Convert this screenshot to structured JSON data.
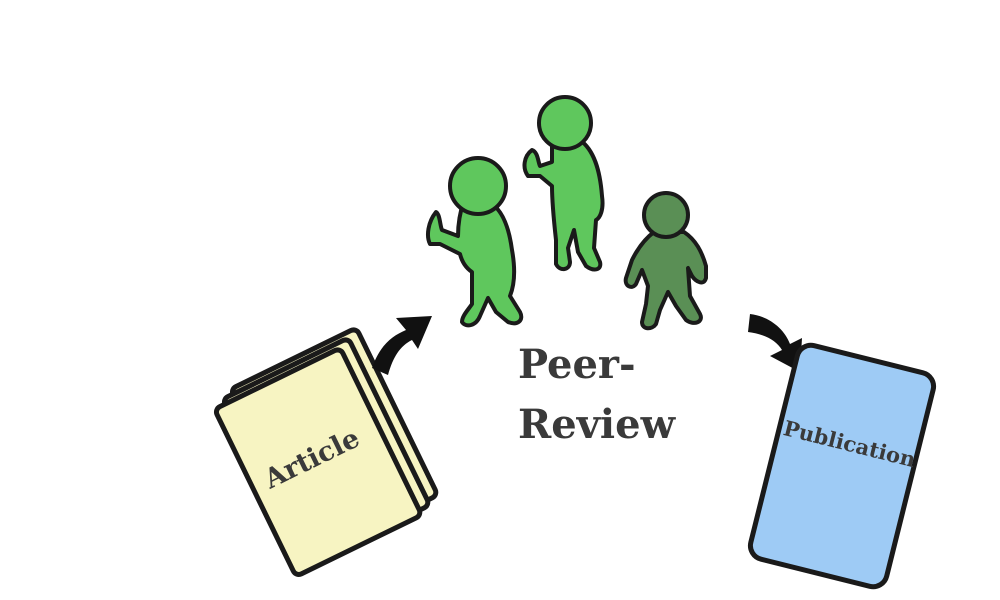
{
  "diagram": {
    "article": {
      "label": "Article",
      "color": "#f7f4c2"
    },
    "review": {
      "line1": "Peer-",
      "line2": "Review"
    },
    "publication": {
      "label": "Publication",
      "color": "#9ecbf5"
    },
    "reviewer_colors": {
      "approve": "#5fc75d",
      "reject": "#5a8f55"
    },
    "reviewers": [
      {
        "gesture": "thumbs-up"
      },
      {
        "gesture": "thumbs-up"
      },
      {
        "gesture": "thumbs-down"
      }
    ]
  }
}
